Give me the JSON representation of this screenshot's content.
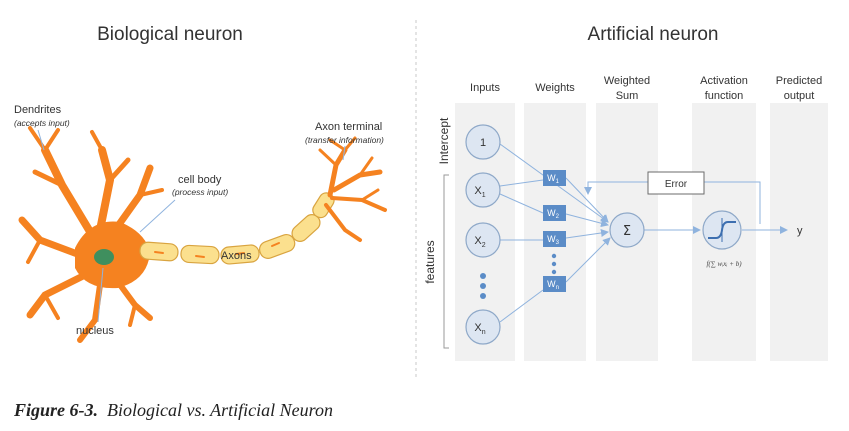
{
  "left_panel": {
    "title": "Biological neuron",
    "dendrites": {
      "label": "Dendrites",
      "sub": "(accepts input)"
    },
    "cell_body": {
      "label": "cell body",
      "sub": "(process input)"
    },
    "axon_terminal": {
      "label": "Axon terminal",
      "sub": "(transfer information)"
    },
    "axons": {
      "label": "Axons"
    },
    "nucleus": {
      "label": "nucleus"
    }
  },
  "right_panel": {
    "title": "Artificial neuron",
    "columns": {
      "inputs": "Inputs",
      "weights": "Weights",
      "weighted_sum_1": "Weighted",
      "weighted_sum_2": "Sum",
      "activation_1": "Activation",
      "activation_2": "function",
      "predicted_1": "Predicted",
      "predicted_2": "output"
    },
    "side_labels": {
      "intercept": "Intercept",
      "features": "features"
    },
    "input_nodes": {
      "intercept": "1",
      "x1": "X",
      "x1_sub": "1",
      "x2": "X",
      "x2_sub": "2",
      "xn": "X",
      "xn_sub": "n"
    },
    "weights": {
      "w1": "W",
      "w1_sub": "1",
      "w2": "W",
      "w2_sub": "2",
      "w3": "W",
      "w3_sub": "3",
      "wn": "W",
      "wn_sub": "n"
    },
    "sum_symbol": "Σ",
    "error_label": "Error",
    "activation_formula": "f(∑ wᵢxᵢ + b)",
    "output_label": "y"
  },
  "caption": {
    "figure": "Figure 6-3.",
    "text": "Biological vs. Artificial Neuron"
  },
  "colors": {
    "neuron_orange": "#f58220",
    "axon_yellow": "#fbe08e",
    "nucleus_green": "#3f8f5e",
    "node_fill": "#dde6f2",
    "node_stroke": "#8ea8c8",
    "weight_fill": "#5b8cc7",
    "arrow_blue": "#8fb3de",
    "panel_gray": "#f1f1f1"
  }
}
